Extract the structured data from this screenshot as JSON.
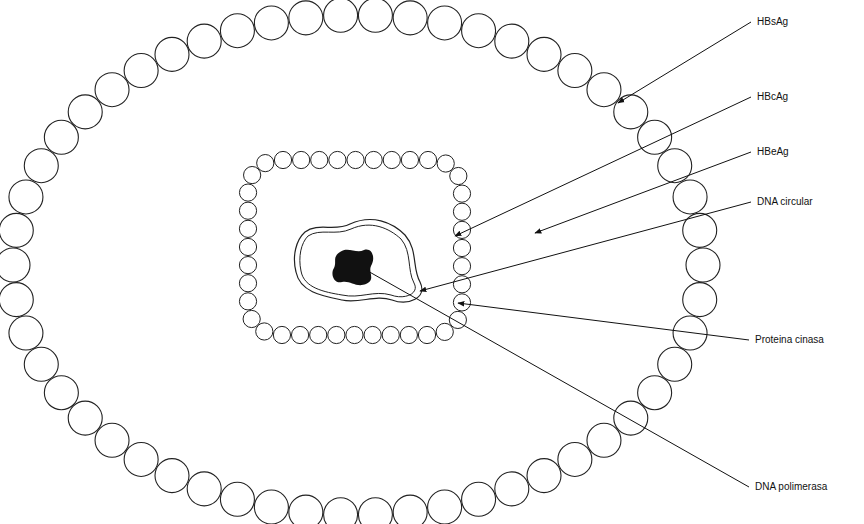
{
  "diagram": {
    "labels": [
      "HBsAg",
      "HBcAg",
      "HBeAg",
      "DNA circular",
      "Proteina cinasa",
      "DNA polimerasa"
    ]
  }
}
